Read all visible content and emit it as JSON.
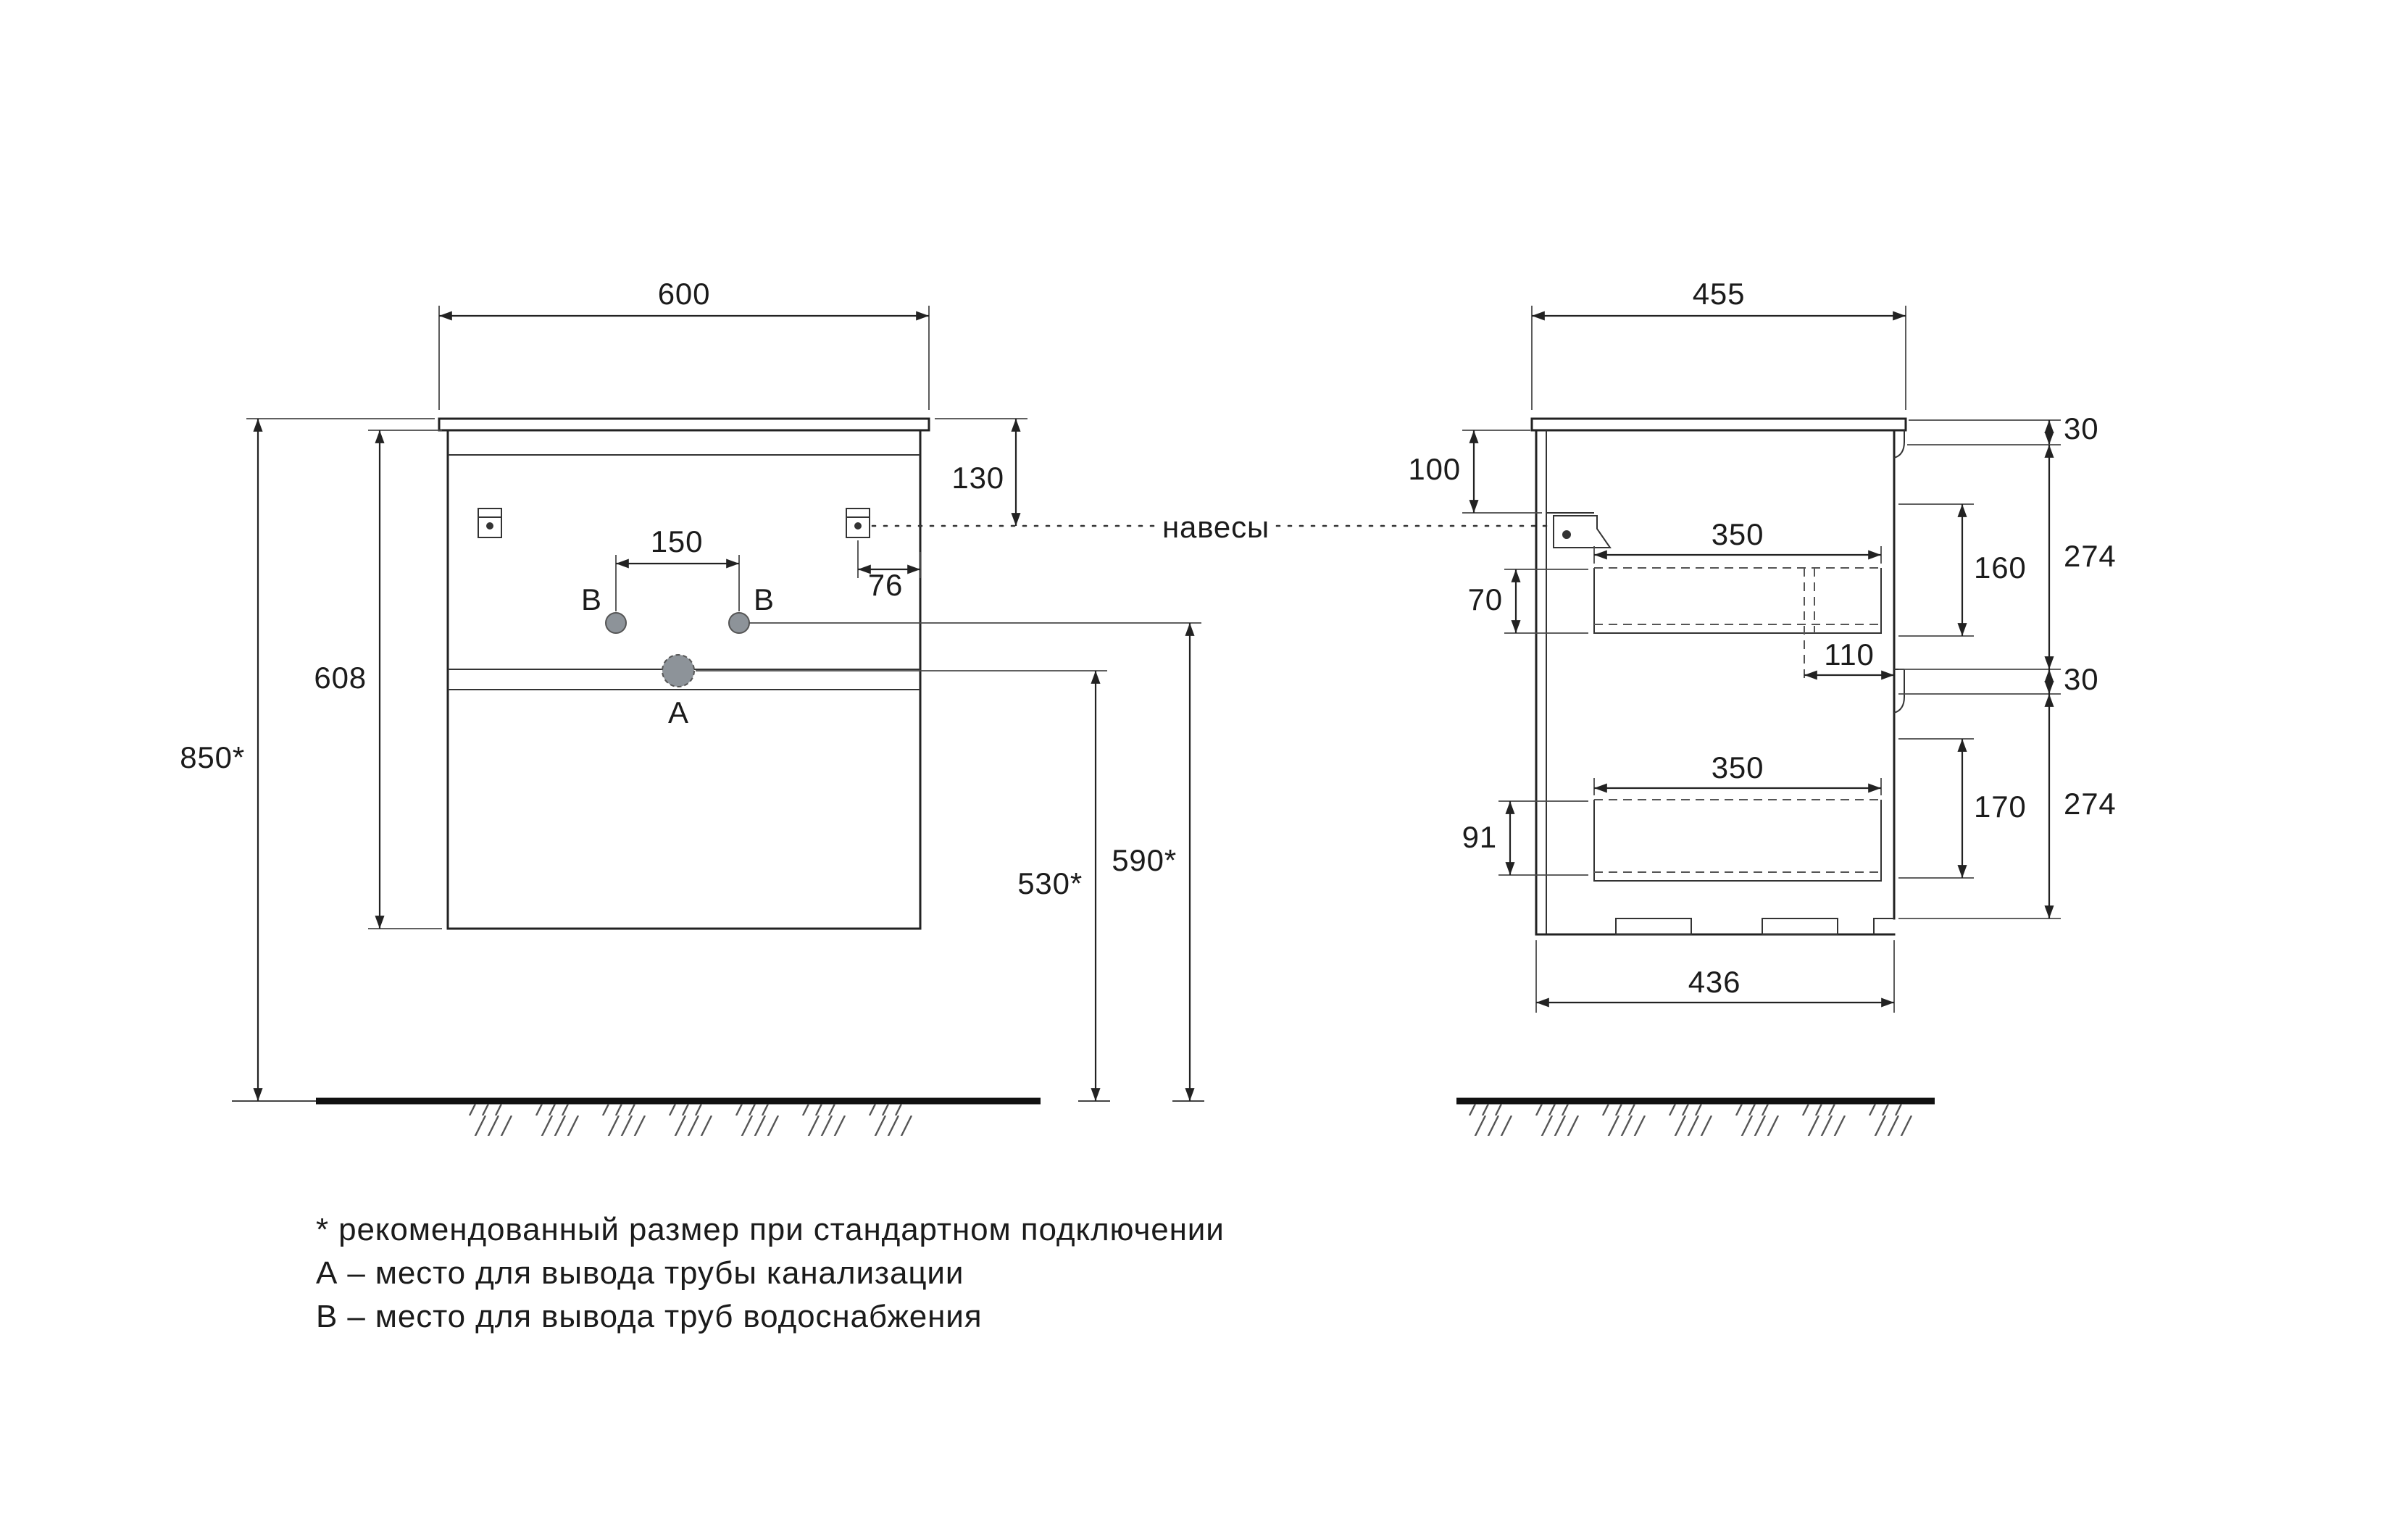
{
  "annotations": {
    "hangers": "навесы",
    "footnote": "* рекомендованный размер при стандартном подключении",
    "note_a": "А – место для вывода трубы канализации",
    "note_b": "В – место для вывода труб водоснабжения"
  },
  "front": {
    "width": "600",
    "top_offset": "130",
    "hanger_inset": "76",
    "outlet_spacing": "150",
    "body_height": "608",
    "mount_height": "850*",
    "drain_height": "530*",
    "supply_height": "590*",
    "label_b_left": "В",
    "label_b_right": "В",
    "label_a": "А"
  },
  "side": {
    "depth": "455",
    "top_section": "100",
    "top_thickness": "30",
    "drawer1_depth": "350",
    "drawer1_height": "160",
    "front1_height": "274",
    "gap": "70",
    "slide_offset": "110",
    "mid_thickness": "30",
    "drawer2_depth": "350",
    "drawer2_height": "170",
    "front2_height": "274",
    "bottom_section": "91",
    "bottom_depth": "436"
  }
}
